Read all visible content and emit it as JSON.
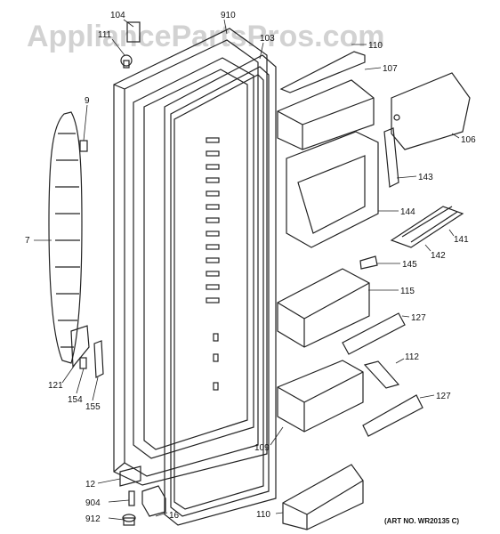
{
  "watermark": "AppliancePartsPros.com",
  "art_no": "(ART NO. WR20135 C)",
  "callouts": {
    "c104": "104",
    "c910": "910",
    "c111": "111",
    "c103": "103",
    "c110": "110",
    "c107": "107",
    "c9": "9",
    "c106": "106",
    "c143": "143",
    "c7": "7",
    "c144": "144",
    "c141": "141",
    "c142": "142",
    "c145": "145",
    "c115": "115",
    "c127a": "127",
    "c112": "112",
    "c121": "121",
    "c154": "154",
    "c155": "155",
    "c127b": "127",
    "c109": "109",
    "c12": "12",
    "c904": "904",
    "c16": "16",
    "c912": "912",
    "c110b": "110"
  }
}
